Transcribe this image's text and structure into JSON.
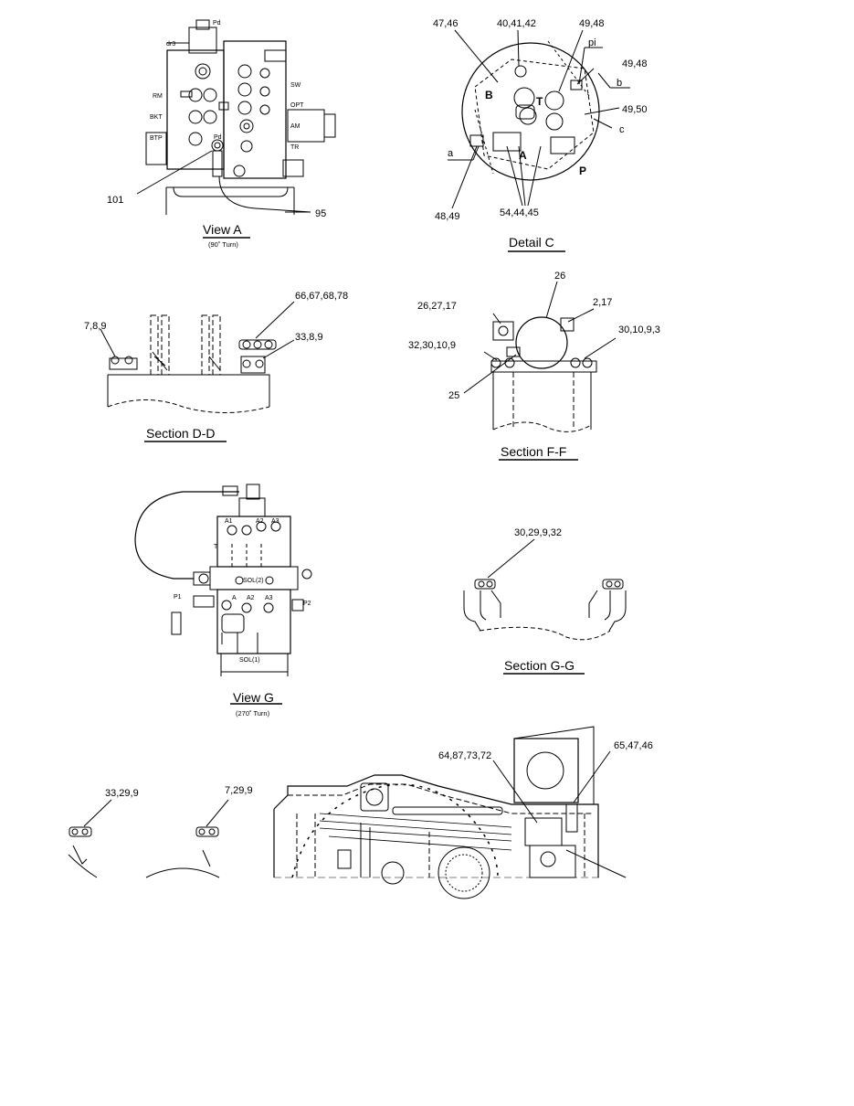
{
  "view_a": {
    "title": "View  A",
    "note": "(90˚ Turn)",
    "callouts": [
      "101",
      "95"
    ],
    "ports": [
      "Pd",
      "dr3",
      "RM",
      "BKT",
      "BTP",
      "Pd",
      "SW",
      "OPT",
      "AM",
      "TR"
    ]
  },
  "detail_c": {
    "title": "Detail  C",
    "callouts": [
      "47,46",
      "40,41,42",
      "49,48",
      "49,48",
      "49,50",
      "48,49",
      "54,44,45"
    ],
    "letters": [
      "pi",
      "b",
      "c",
      "a",
      "B",
      "T",
      "A",
      "P"
    ]
  },
  "section_dd": {
    "title": "Section  D-D",
    "callouts": [
      "7,8,9",
      "66,67,68,78",
      "33,8,9"
    ]
  },
  "section_ff": {
    "title": "Section  F-F",
    "callouts": [
      "26",
      "26,27,17",
      "2,17",
      "32,30,10,9",
      "30,10,9,3",
      "25"
    ]
  },
  "view_g": {
    "title": "View  G",
    "note": "(270˚ Turn)",
    "labels": [
      "A1",
      "A2",
      "A3",
      "T",
      "SOL(2)",
      "P1",
      "A",
      "A2",
      "A3",
      "P2",
      "SOL(1)"
    ]
  },
  "section_gg": {
    "title": "Section  G-G",
    "callouts": [
      "30,29,9,32"
    ]
  },
  "bottom": {
    "callouts": [
      "33,29,9",
      "7,29,9",
      "64,87,73,72",
      "65,47,46"
    ]
  }
}
